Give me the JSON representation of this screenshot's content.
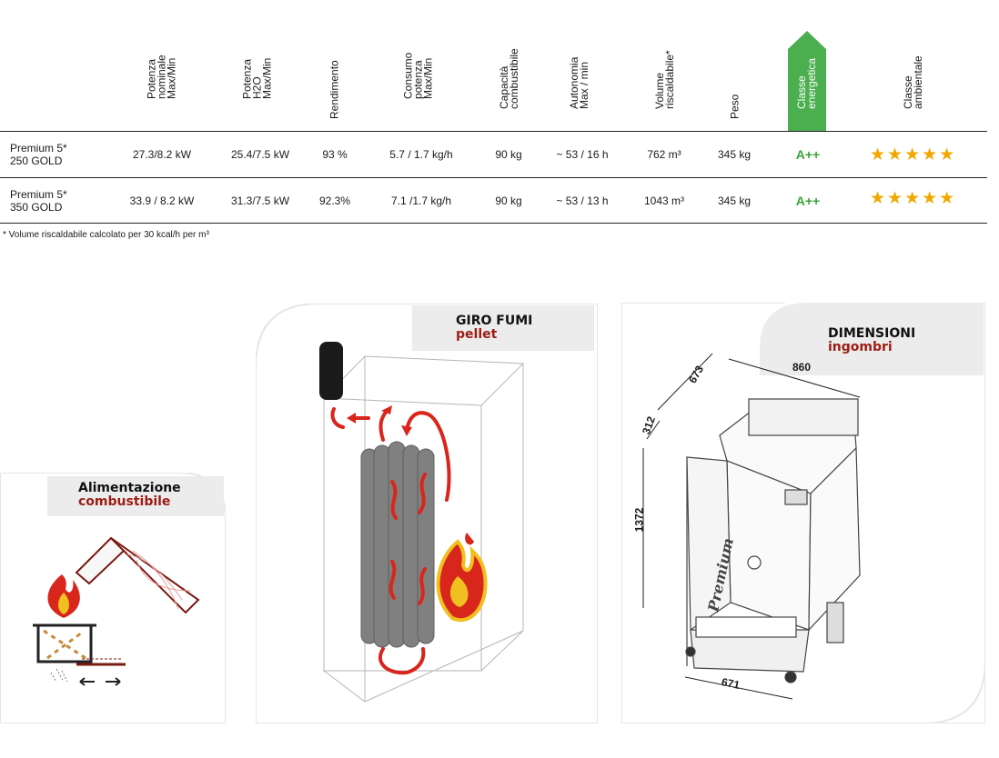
{
  "table": {
    "headers": [
      "Potenza\nnominale\nMax/Min",
      "Potenza\nH2O\nMax/Min",
      "Rendimento",
      "Consumo\npotenza\nMax/Min",
      "Capacità\ncombustibile",
      "Autonomia\nMax / min",
      "Volume\nriscaldabile*",
      "Peso",
      "Classe\nenergetica",
      "Classe\nambientale"
    ],
    "rows": [
      {
        "model": "Premium 5*",
        "variant": "250 GOLD",
        "cells": [
          "27.3/8.2 kW",
          "25.4/7.5 kW",
          "93 %",
          "5.7 / 1.7 kg/h",
          "90 kg",
          "~ 53 / 16 h",
          "762 m³",
          "345 kg"
        ],
        "energy_class": "A++",
        "stars": "★★★★★",
        "star_rating": 5
      },
      {
        "model": "Premium 5*",
        "variant": "350 GOLD",
        "cells": [
          "33.9 / 8.2 kW",
          "31.3/7.5 kW",
          "92.3%",
          "7.1 /1.7 kg/h",
          "90 kg",
          "~ 53 / 13 h",
          "1043 m³",
          "345 kg"
        ],
        "energy_class": "A++",
        "stars": "★★★★★",
        "star_rating": 5
      }
    ],
    "footnote": "* Volume riscaldabile calcolato per 30 kcal/h per m³"
  },
  "panels": {
    "feed": {
      "title": "Alimentazione",
      "subtitle": "combustibile"
    },
    "flue": {
      "title": "GIRO FUMI",
      "subtitle": "pellet"
    },
    "dims": {
      "title": "DIMENSIONI",
      "subtitle": "ingombri",
      "values": {
        "width": "860",
        "depth": "673",
        "side": "312",
        "height": "1372",
        "base": "671"
      },
      "brand": "Premium"
    }
  },
  "colors": {
    "accent_green": "#4bae4f",
    "flame_red": "#d9261c",
    "flame_yellow": "#f0c020",
    "title_red": "#9b1d14",
    "star": "#f0a800"
  }
}
